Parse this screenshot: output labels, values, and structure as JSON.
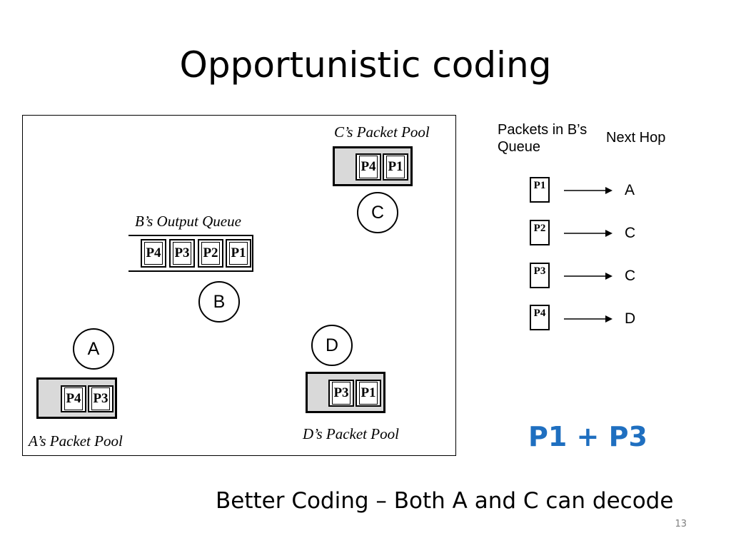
{
  "slide": {
    "title": "Opportunistic coding",
    "caption": "Better Coding – Both A and C can decode",
    "formula": "P1 + P3",
    "slide_number": "13",
    "accent_color": "#1f6fc0"
  },
  "diagram": {
    "c_pool": {
      "label": "C’s Packet Pool",
      "packets": [
        "P4",
        "P1"
      ]
    },
    "b_queue": {
      "label": "B’s Output Queue",
      "packets": [
        "P4",
        "P3",
        "P2",
        "P1"
      ]
    },
    "a_pool": {
      "label": "A’s Packet Pool",
      "packets": [
        "P4",
        "P3"
      ]
    },
    "d_pool": {
      "label": "D’s Packet Pool",
      "packets": [
        "P3",
        "P1"
      ]
    },
    "nodes": {
      "a": "A",
      "b": "B",
      "c": "C",
      "d": "D"
    }
  },
  "table": {
    "header_packets": "Packets in B’s Queue",
    "header_next_hop": "Next Hop",
    "rows": [
      {
        "packet": "P1",
        "next_hop": "A"
      },
      {
        "packet": "P2",
        "next_hop": "C"
      },
      {
        "packet": "P3",
        "next_hop": "C"
      },
      {
        "packet": "P4",
        "next_hop": "D"
      }
    ]
  }
}
